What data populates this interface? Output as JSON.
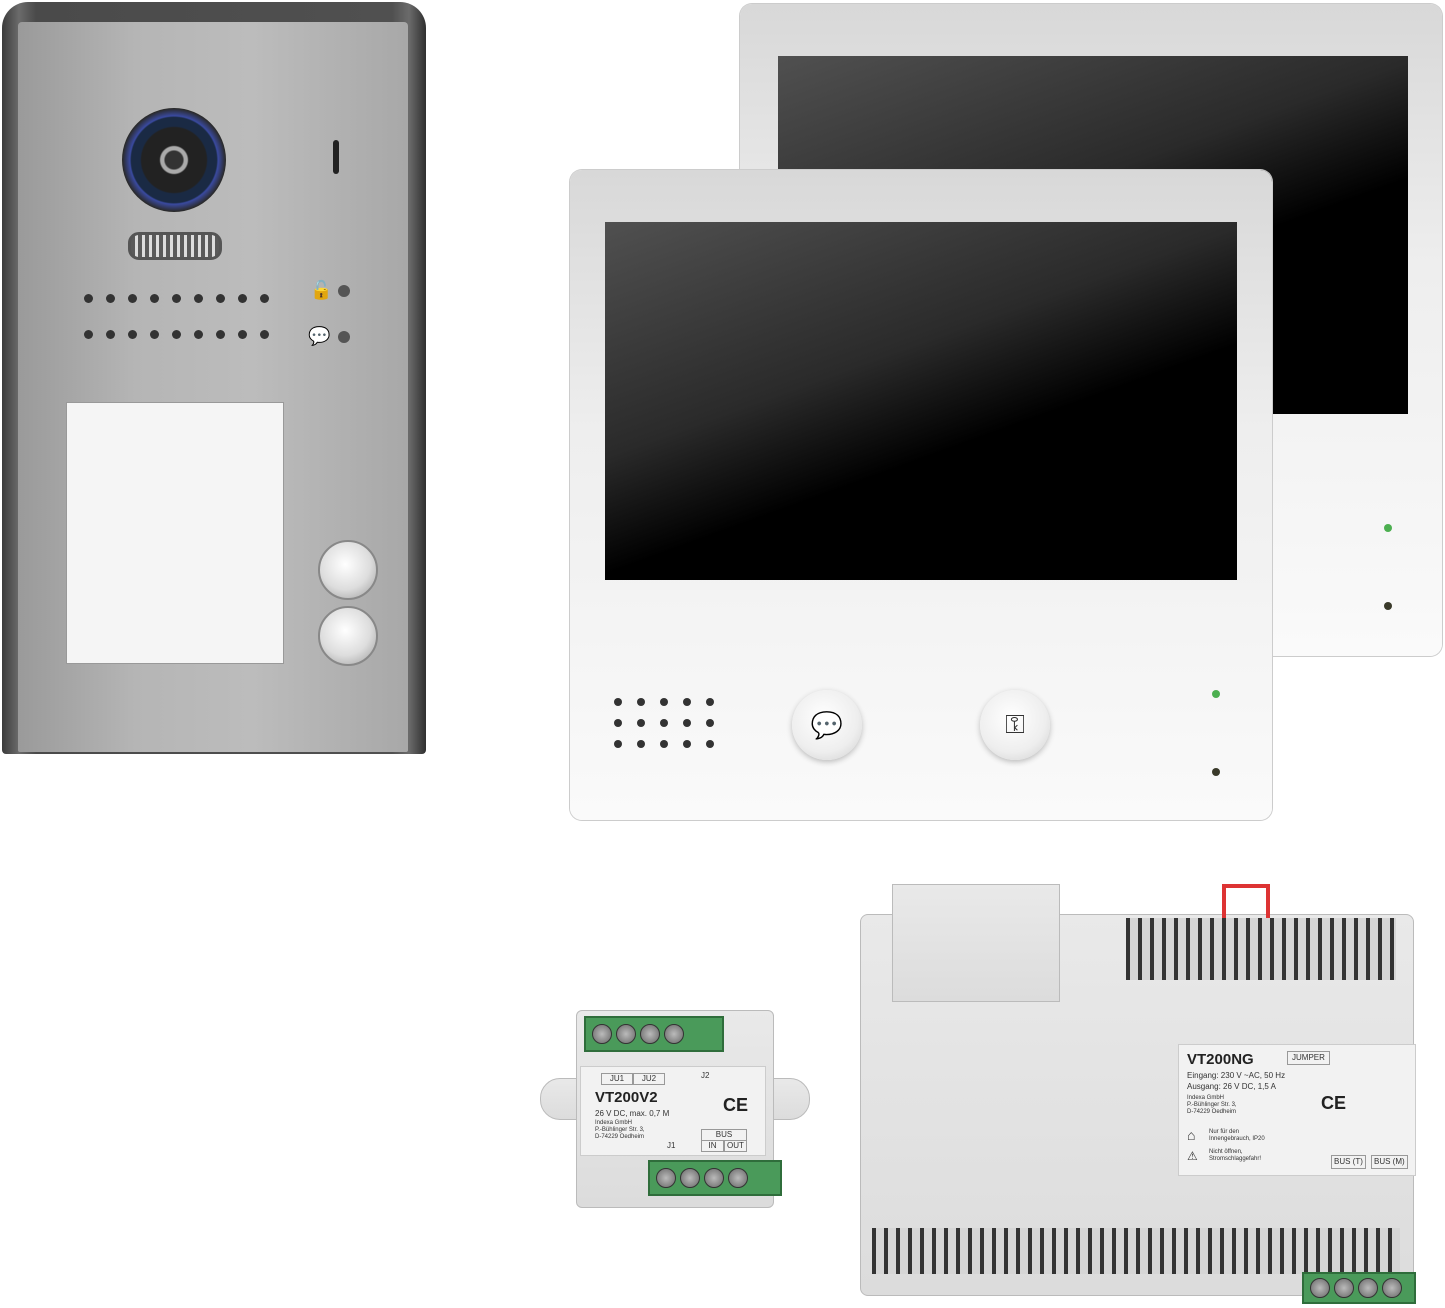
{
  "door_station": {
    "buttons": 2,
    "icons": {
      "lock": "lock-icon",
      "talk": "speech-bubble-icon"
    }
  },
  "monitors": {
    "count": 2,
    "front_buttons": [
      {
        "icon": "speech-bubble-icon",
        "glyph": "💬"
      },
      {
        "icon": "key-icon",
        "glyph": "⚿"
      }
    ]
  },
  "distributor": {
    "model": "VT200V2",
    "spec": "26 V DC, max. 0,7 M",
    "company": [
      "Indexa GmbH",
      "P.-Bühlinger Str. 3,",
      "D-74229 Oedheim"
    ],
    "slots": [
      "JU1",
      "JU2"
    ],
    "jumpers": [
      "J2",
      "J1"
    ],
    "bus": "BUS",
    "bus_in": "IN",
    "bus_out": "OUT",
    "ce": "CE"
  },
  "power_supply": {
    "model": "VT200NG",
    "jumper": "JUMPER",
    "input": "Eingang: 230 V ~AC, 50 Hz",
    "output": "Ausgang: 26 V DC, 1,5 A",
    "company": [
      "Indexa GmbH",
      "P.-Bühlinger Str. 3,",
      "D-74229 Oedheim"
    ],
    "indoor": [
      "Nur für den",
      "Innengebrauch, IP20"
    ],
    "warning": [
      "Nicht öffnen,",
      "Stromschlaggefahr!"
    ],
    "bus_t": "BUS (T)",
    "bus_m": "BUS (M)",
    "ce": "CE"
  }
}
